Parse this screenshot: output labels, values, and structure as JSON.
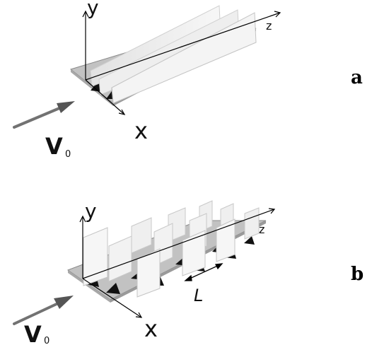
{
  "figure": {
    "panels": [
      {
        "id": "a",
        "letter": "a",
        "description_shape": "continuous fins",
        "axes": {
          "x": "x",
          "y": "y",
          "z": "z"
        },
        "velocity_label": {
          "main": "V",
          "sub": "0"
        }
      },
      {
        "id": "b",
        "letter": "b",
        "description_shape": "segmented fins",
        "axes": {
          "x": "x",
          "y": "y",
          "z": "z"
        },
        "velocity_label": {
          "main": "V",
          "sub": "0"
        },
        "spacing_label": "L"
      }
    ]
  },
  "colors": {
    "plate": "#bdbdbd",
    "plate_edge": "#8a8a8a",
    "fin": "#f2f2f2",
    "fin_edge": "#c4c4c4",
    "shadow": "#111111",
    "arrow": "#6d6d6d"
  }
}
